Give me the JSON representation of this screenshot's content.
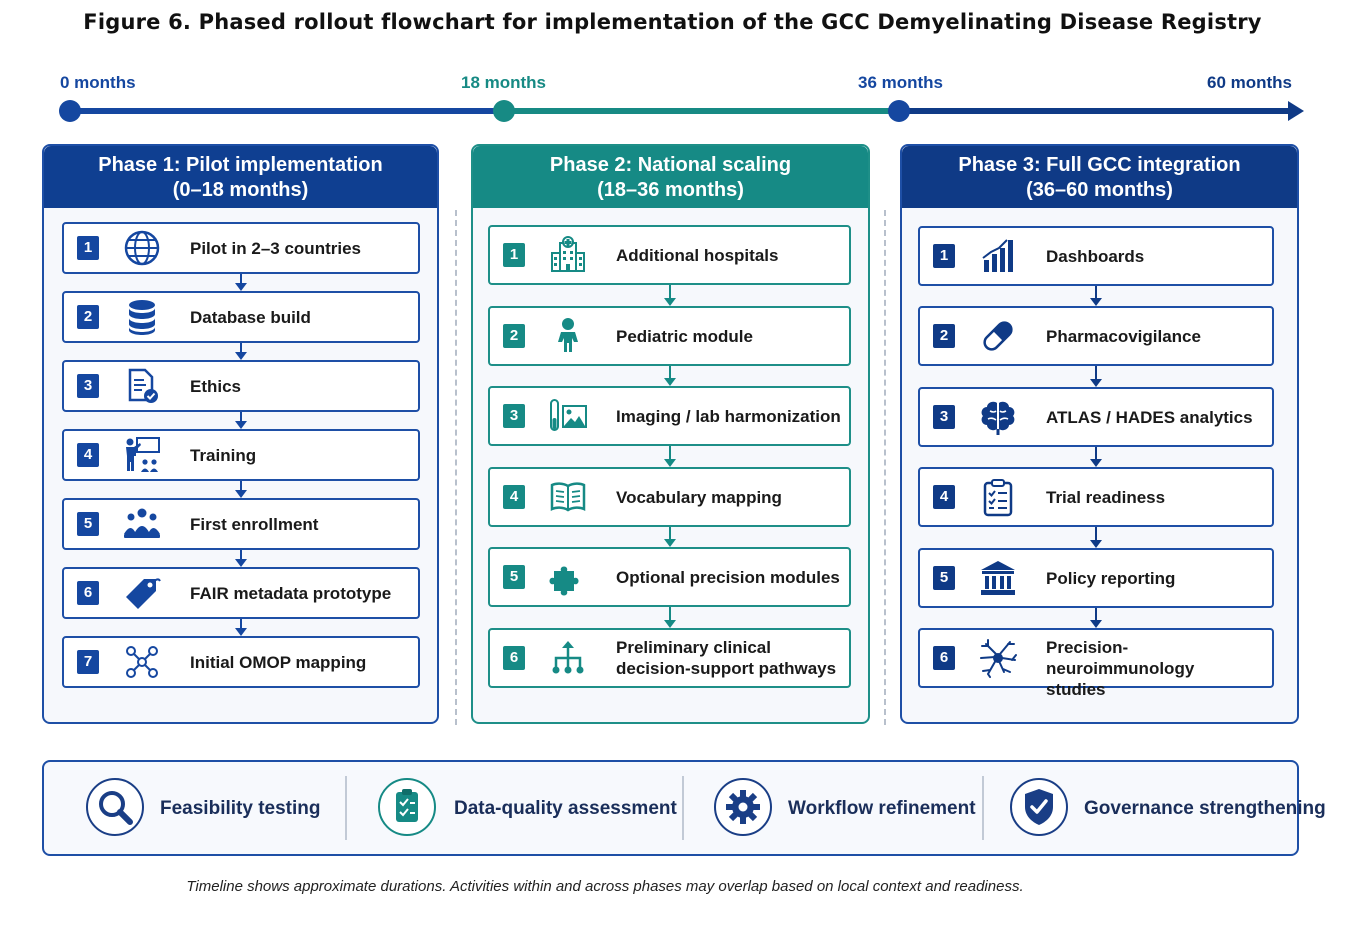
{
  "title": "Figure 6. Phased rollout flowchart for implementation of the GCC Demyelinating Disease Registry",
  "timeline": {
    "labels": [
      "0 months",
      "18 months",
      "36 months",
      "60 months"
    ]
  },
  "colors": {
    "phase1": "#0f3f91",
    "phase2": "#168a85",
    "phase3": "#0f3a86"
  },
  "phases": [
    {
      "title": "Phase 1: Pilot implementation",
      "range": "(0–18 months)",
      "steps": [
        {
          "n": "1",
          "label": "Pilot in 2–3 countries",
          "icon": "globe-icon"
        },
        {
          "n": "2",
          "label": "Database build",
          "icon": "database-icon"
        },
        {
          "n": "3",
          "label": "Ethics",
          "icon": "document-check-icon"
        },
        {
          "n": "4",
          "label": "Training",
          "icon": "teacher-icon"
        },
        {
          "n": "5",
          "label": "First enrollment",
          "icon": "people-group-icon"
        },
        {
          "n": "6",
          "label": "FAIR metadata prototype",
          "icon": "tag-icon"
        },
        {
          "n": "7",
          "label": "Initial OMOP mapping",
          "icon": "network-icon"
        }
      ]
    },
    {
      "title": "Phase 2: National scaling",
      "range": "(18–36 months)",
      "steps": [
        {
          "n": "1",
          "label": "Additional hospitals",
          "icon": "hospital-icon"
        },
        {
          "n": "2",
          "label": "Pediatric module",
          "icon": "child-icon"
        },
        {
          "n": "3",
          "label": "Imaging / lab harmonization",
          "icon": "test-tube-image-icon"
        },
        {
          "n": "4",
          "label": "Vocabulary mapping",
          "icon": "book-icon"
        },
        {
          "n": "5",
          "label": "Optional precision modules",
          "icon": "puzzle-icon"
        },
        {
          "n": "6",
          "label": "Preliminary clinical",
          "label2": "decision-support pathways",
          "icon": "flow-branch-icon"
        }
      ]
    },
    {
      "title": "Phase 3: Full GCC integration",
      "range": "(36–60 months)",
      "steps": [
        {
          "n": "1",
          "label": "Dashboards",
          "icon": "bar-chart-icon"
        },
        {
          "n": "2",
          "label": "Pharmacovigilance",
          "icon": "pill-icon"
        },
        {
          "n": "3",
          "label": "ATLAS / HADES analytics",
          "icon": "brain-icon"
        },
        {
          "n": "4",
          "label": "Trial readiness",
          "icon": "checklist-icon"
        },
        {
          "n": "5",
          "label": "Policy reporting",
          "icon": "government-icon"
        },
        {
          "n": "6",
          "label": "Precision-neuroimmunology",
          "label2": "studies",
          "icon": "neuron-icon"
        }
      ]
    }
  ],
  "cross_cutting": [
    {
      "label": "Feasibility testing",
      "icon": "magnifier-icon"
    },
    {
      "label": "Data-quality assessment",
      "icon": "clipboard-check-icon"
    },
    {
      "label": "Workflow refinement",
      "icon": "gear-icon"
    },
    {
      "label": "Governance strengthening",
      "icon": "shield-check-icon"
    }
  ],
  "footnote": "Timeline shows approximate durations. Activities within and across phases may overlap based on local context and readiness."
}
